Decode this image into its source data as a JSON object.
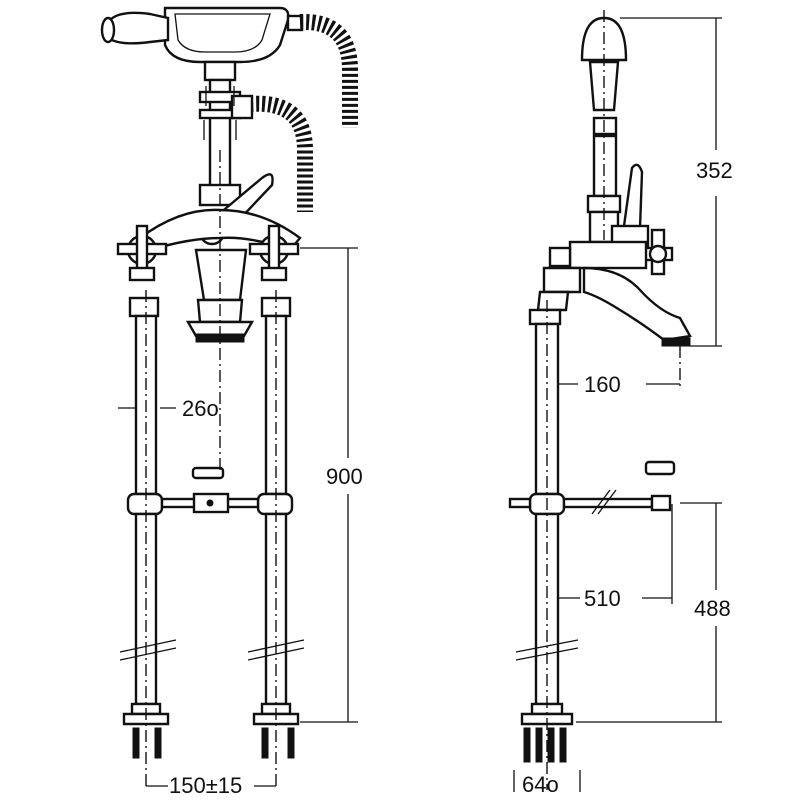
{
  "dimensions": {
    "front_pipe_diameter": "26o",
    "front_height": "900",
    "front_centres": "150±15",
    "side_handset_height": "352",
    "side_spout_reach": "160",
    "side_supply_offset": "510",
    "side_supply_height": "488",
    "side_base_diameter": "64o"
  }
}
